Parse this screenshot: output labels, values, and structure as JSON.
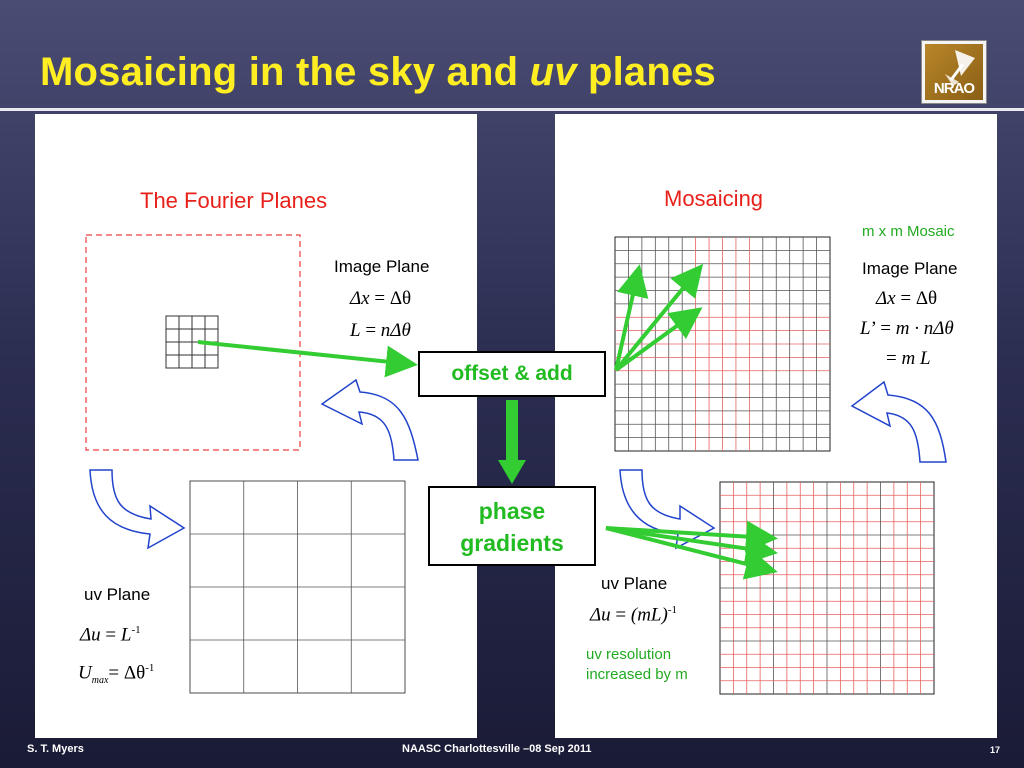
{
  "slide": {
    "title_part1": "Mosaicing in the sky and ",
    "title_italic": "uv",
    "title_part2": " planes",
    "logo_text": "NRAO"
  },
  "left_panel": {
    "heading": "The Fourier Planes",
    "image_plane_label": "Image Plane",
    "eq1_lhs": "Δx",
    "eq1_rhs": "Δθ",
    "eq2_lhs": "L",
    "eq2_rhs": "nΔθ",
    "uv_plane_label": "uv Plane",
    "eq3_lhs": "Δu",
    "eq3_rhs": "L",
    "eq3_exp": "-1",
    "eq4_lhs": "U",
    "eq4_sub": "max",
    "eq4_rhs": "Δθ",
    "eq4_exp": "-1"
  },
  "right_panel": {
    "heading": "Mosaicing",
    "mosaic_note": "m x m Mosaic",
    "image_plane_label": "Image Plane",
    "eq1_lhs": "Δx",
    "eq1_rhs": "Δθ",
    "eq2_lhs": "L",
    "eq2_prime": "’",
    "eq2_rhs": "m · nΔθ",
    "eq3_rhs": "m L",
    "uv_plane_label": "uv Plane",
    "eq4_lhs": "Δu",
    "eq4_rhs": "(mL)",
    "eq4_exp": "-1",
    "resolution_note_line1": "uv resolution",
    "resolution_note_line2": "increased by m"
  },
  "boxes": {
    "offset_add": "offset & add",
    "phase_line1": "phase",
    "phase_line2": "gradients"
  },
  "footer": {
    "author": "S. T. Myers",
    "event": "NAASC Charlottesville –08 Sep 2011",
    "page": "17"
  },
  "colors": {
    "title": "#ffee22",
    "arrow_green": "#33cc33",
    "heading_red": "#e8201a",
    "curved_arrow_blue": "#2244cc"
  }
}
